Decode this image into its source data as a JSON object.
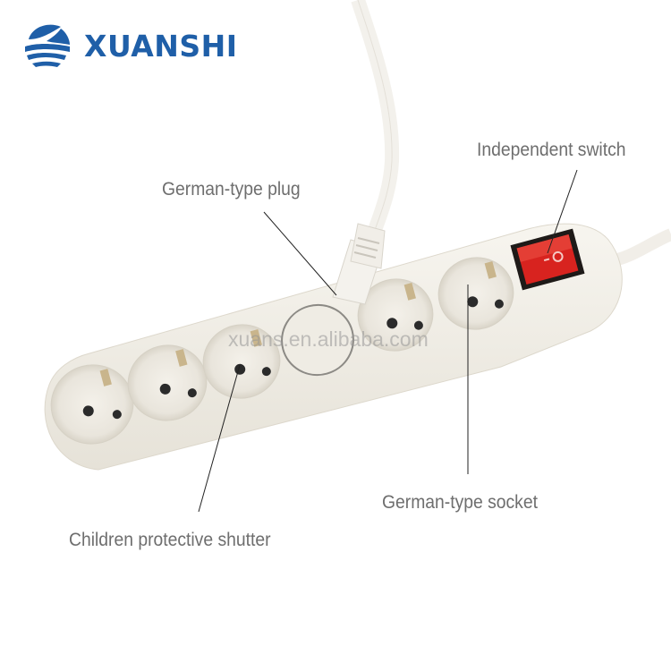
{
  "brand": {
    "name": "XUANSHI",
    "logo_icon": "wave-globe-icon",
    "color": "#1f5fa8"
  },
  "callouts": {
    "plug": "German-type plug",
    "switch": "Independent switch",
    "socket": "German-type socket",
    "shutter": "Children protective shutter"
  },
  "watermark": "xuans.en.alibaba.com",
  "product": {
    "type": "power-strip",
    "socket_count": 6,
    "switch_color": "#d8231f",
    "body_color": "#f1eee6"
  }
}
